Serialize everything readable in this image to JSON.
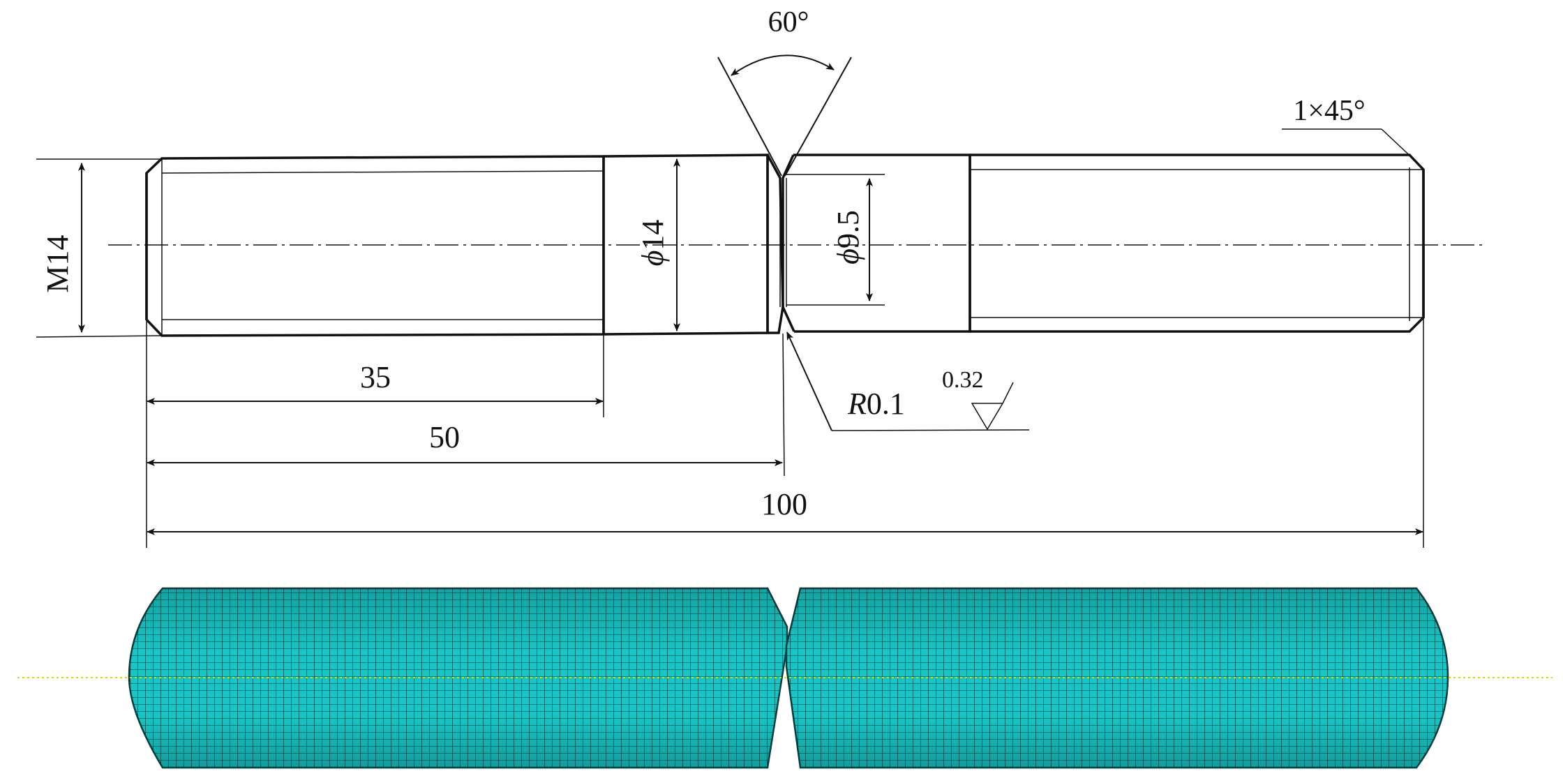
{
  "drawing": {
    "labels": {
      "angle": "60°",
      "chamfer": "1×45°",
      "thread": "M14",
      "diameter_shoulder_symbol": "ϕ",
      "diameter_shoulder_value": "14",
      "diameter_notch_symbol": "ϕ",
      "diameter_notch_value": "9.5",
      "radius_prefix": "R",
      "radius_value": "0.1",
      "roughness": "0.32",
      "dim_thread_length": "35",
      "dim_notch_position": "50",
      "dim_total_length": "100"
    }
  },
  "colors": {
    "line": "#111111",
    "mesh_fill": "#19c4c4",
    "mesh_line": "#0b3a3a",
    "axis_dashed": "#d8d800"
  }
}
